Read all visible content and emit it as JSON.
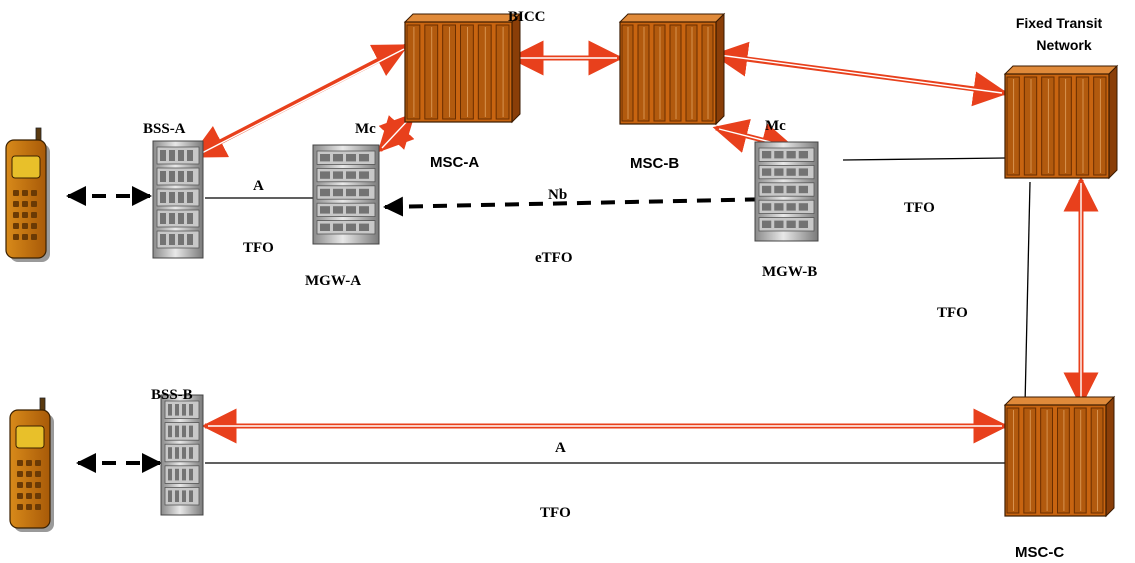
{
  "nodes": {
    "msc_a": "MSC-A",
    "msc_b": "MSC-B",
    "msc_c": "MSC-C",
    "mgw_a": "MGW-A",
    "mgw_b": "MGW-B",
    "bss_a": "BSS-A",
    "bss_b": "BSS-B",
    "fixed_transit_line1": "Fixed Transit",
    "fixed_transit_line2": "Network"
  },
  "links": {
    "bicc": "BICC",
    "mc_a": "Mc",
    "mc_b": "Mc",
    "a_top": "A",
    "a_bottom": "A",
    "nb": "Nb"
  },
  "annotations": {
    "tfo_bss_a": "TFO",
    "etfo": "eTFO",
    "tfo_mgw_b": "TFO",
    "tfo_right": "TFO",
    "tfo_bottom": "TFO"
  },
  "colors": {
    "signaling": "#e8401c",
    "switch_body": "#c86410",
    "switch_stripe": "#6a2e00",
    "user_plane": "#000000"
  }
}
